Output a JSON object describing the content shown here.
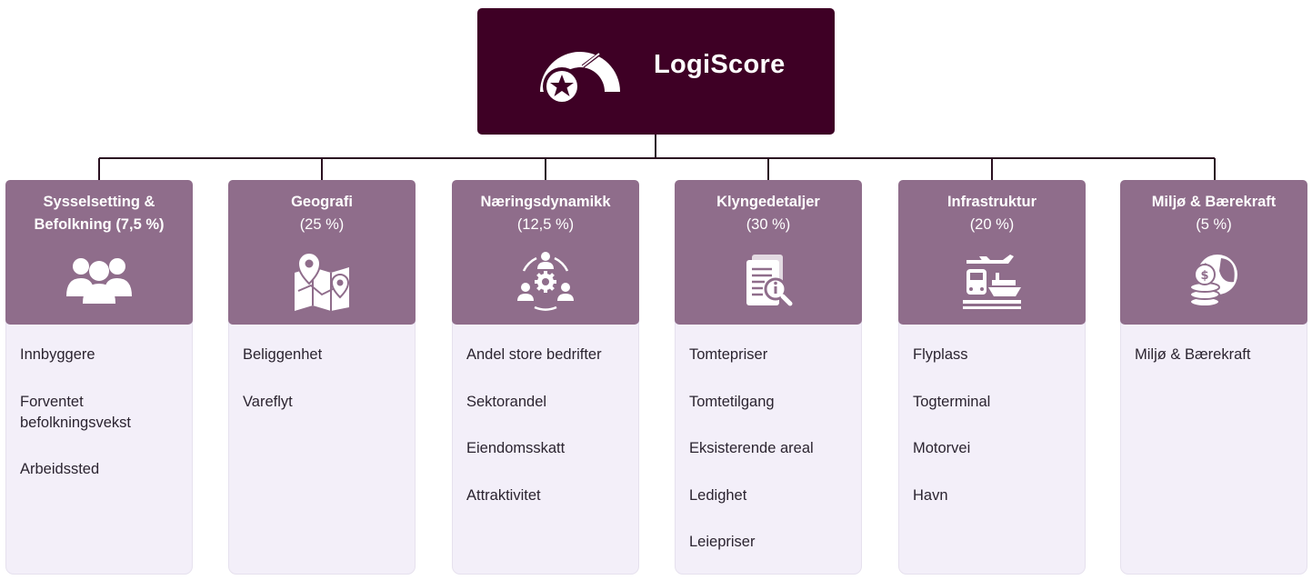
{
  "root": {
    "title": "LogiScore",
    "icon": "gauge-star-icon"
  },
  "colors": {
    "root_bg": "#3e0025",
    "header_bg": "#8f6d8b",
    "body_bg": "#f3eff9",
    "connector": "#2a1020"
  },
  "categories": [
    {
      "title": "Sysselsetting &",
      "subtitle": "Befolkning (7,5 %)",
      "icon": "people-group-icon",
      "items": [
        "Innbyggere",
        "Forventet befolkningsvekst",
        "Arbeidssted"
      ]
    },
    {
      "title": "Geografi",
      "subtitle": "(25 %)",
      "icon": "map-pins-icon",
      "items": [
        "Beliggenhet",
        "Vareflyt"
      ]
    },
    {
      "title": "Næringsdynamikk",
      "subtitle": "(12,5 %)",
      "icon": "people-gear-cycle-icon",
      "items": [
        "Andel store bedrifter",
        "Sektorandel",
        "Eiendomsskatt",
        "Attraktivitet"
      ]
    },
    {
      "title": "Klyngedetaljer",
      "subtitle": "(30 %)",
      "icon": "document-search-icon",
      "items": [
        "Tomtepriser",
        "Tomtetilgang",
        "Eksisterende areal",
        "Ledighet",
        "Leiepriser"
      ]
    },
    {
      "title": "Infrastruktur",
      "subtitle": "(20 %)",
      "icon": "transport-icon",
      "items": [
        "Flyplass",
        "Togterminal",
        "Motorvei",
        "Havn"
      ]
    },
    {
      "title": "Miljø & Bærekraft",
      "subtitle": "(5 %)",
      "icon": "eco-coins-icon",
      "items": [
        "Miljø & Bærekraft"
      ]
    }
  ]
}
